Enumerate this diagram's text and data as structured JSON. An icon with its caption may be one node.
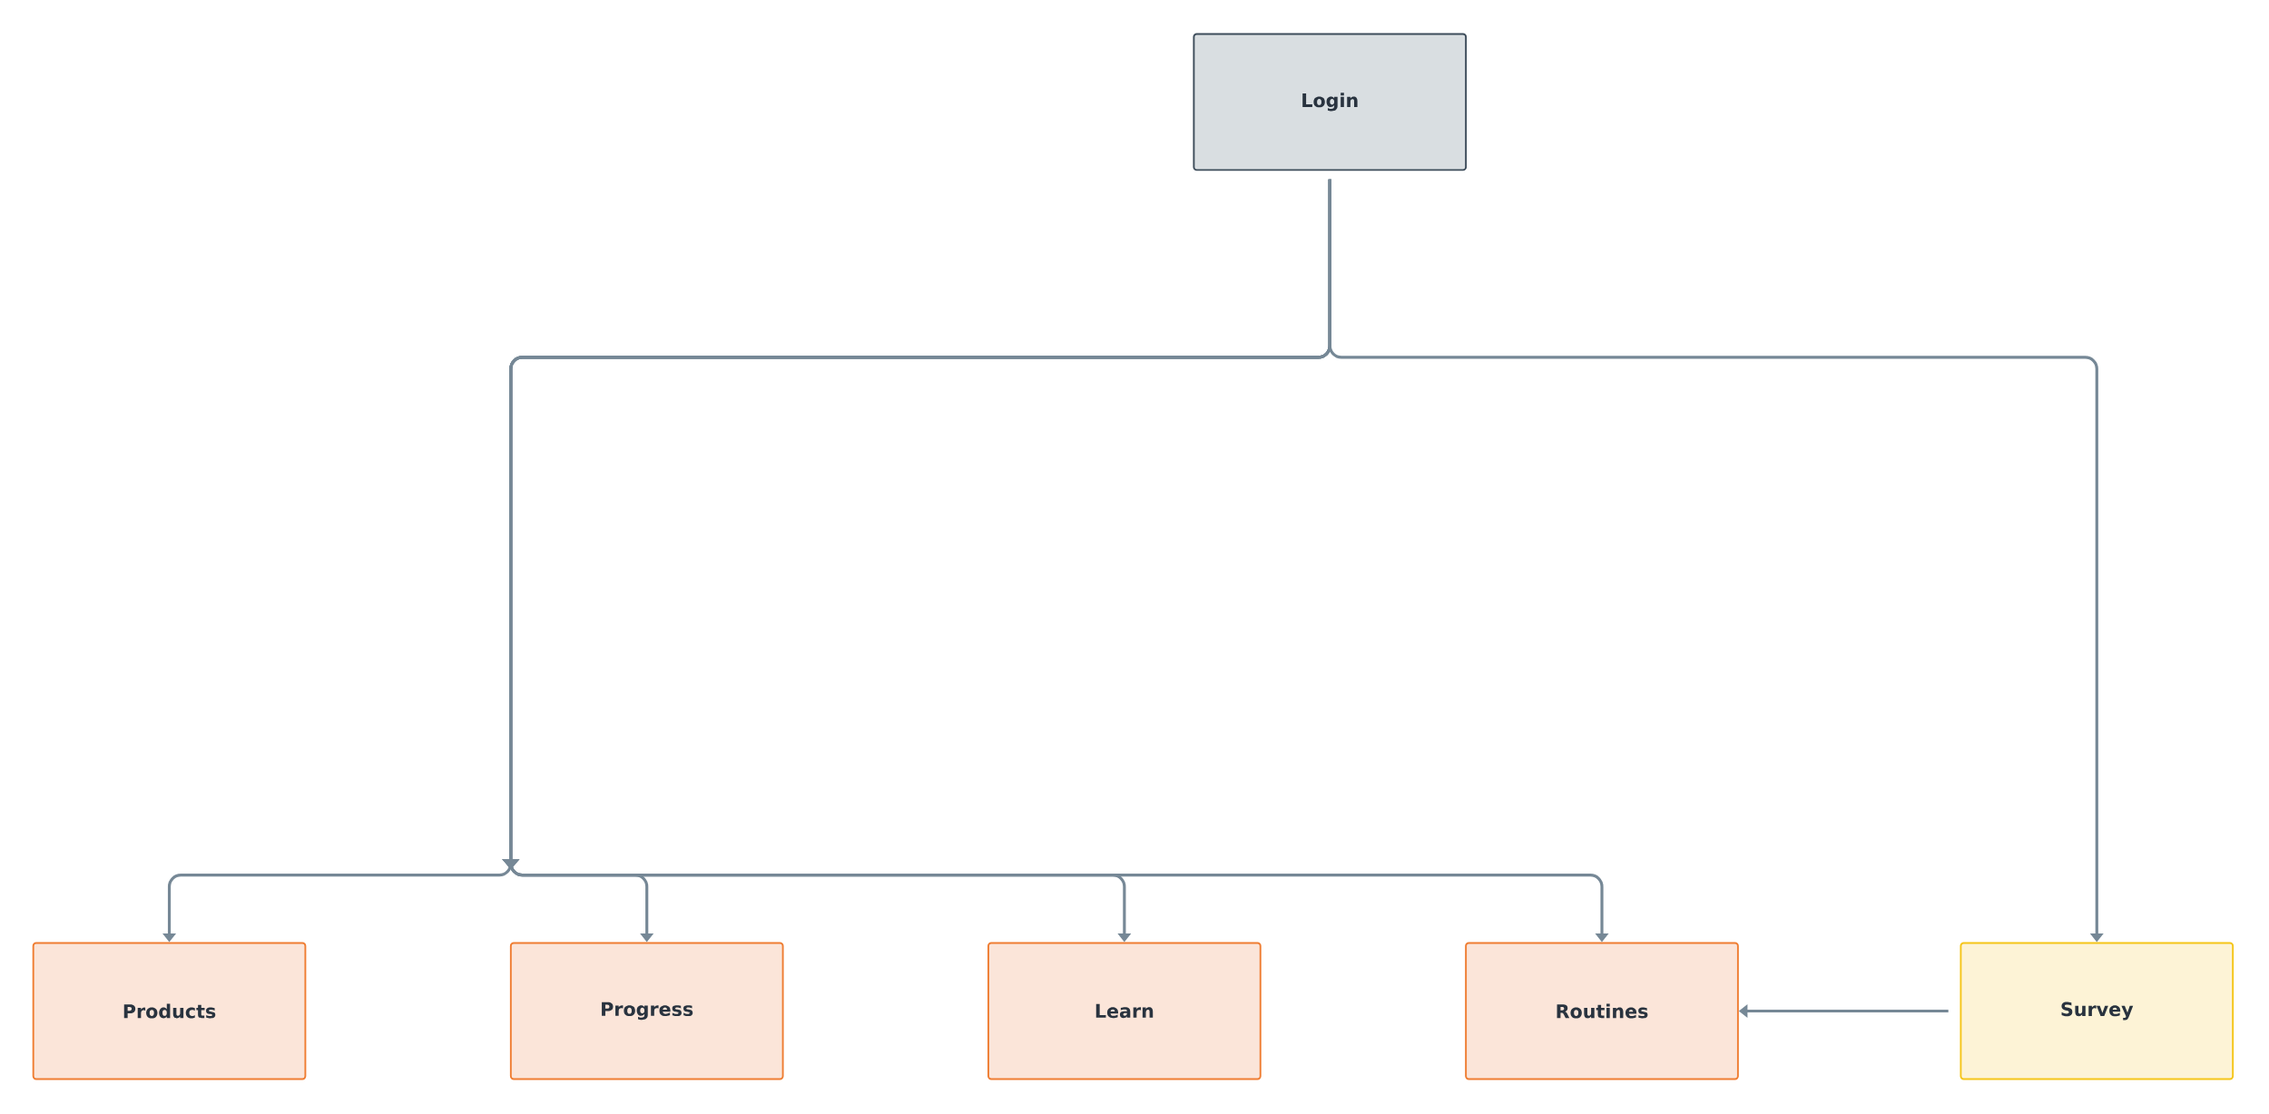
{
  "diagram": {
    "nodes": [
      {
        "text": [
          "Login"
        ]
      },
      {
        "text": [
          "Products"
        ]
      },
      {
        "text": [
          "Progress"
        ]
      },
      {
        "text": [
          "Learn"
        ]
      },
      {
        "text": [
          "Routines"
        ]
      },
      {
        "text": [
          "Survey"
        ]
      }
    ],
    "edges": [
      {
        "from": 0,
        "to": 1,
        "arrow": "to"
      },
      {
        "from": 0,
        "to": 2,
        "arrow": "to"
      },
      {
        "from": 0,
        "to": 3,
        "arrow": "to"
      },
      {
        "from": 0,
        "to": 4,
        "arrow": "to"
      },
      {
        "from": 0,
        "to": 5,
        "arrow": "to"
      },
      {
        "from": 5,
        "to": 4,
        "arrow": "to"
      }
    ]
  }
}
